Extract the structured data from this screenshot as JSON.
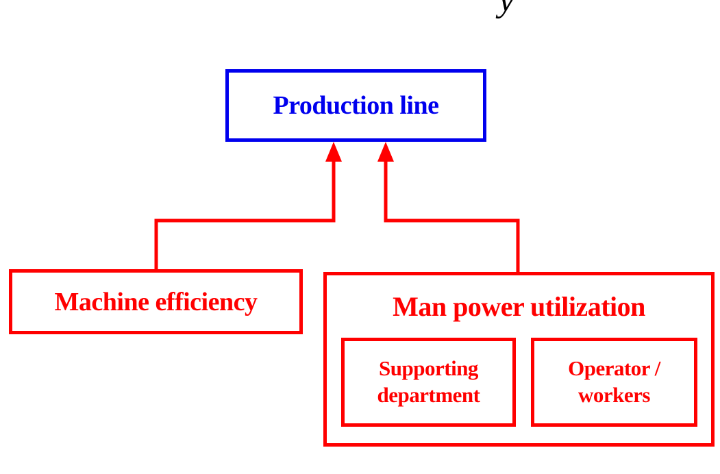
{
  "diagram": {
    "top_glyph": "y",
    "production_line": "Production line",
    "machine_efficiency": "Machine efficiency",
    "man_power_utilization": "Man power utilization",
    "supporting_department": "Supporting\ndepartment",
    "operator_workers": "Operator /\nworkers"
  },
  "colors": {
    "blue": "#0000ee",
    "red": "#ff0000"
  }
}
